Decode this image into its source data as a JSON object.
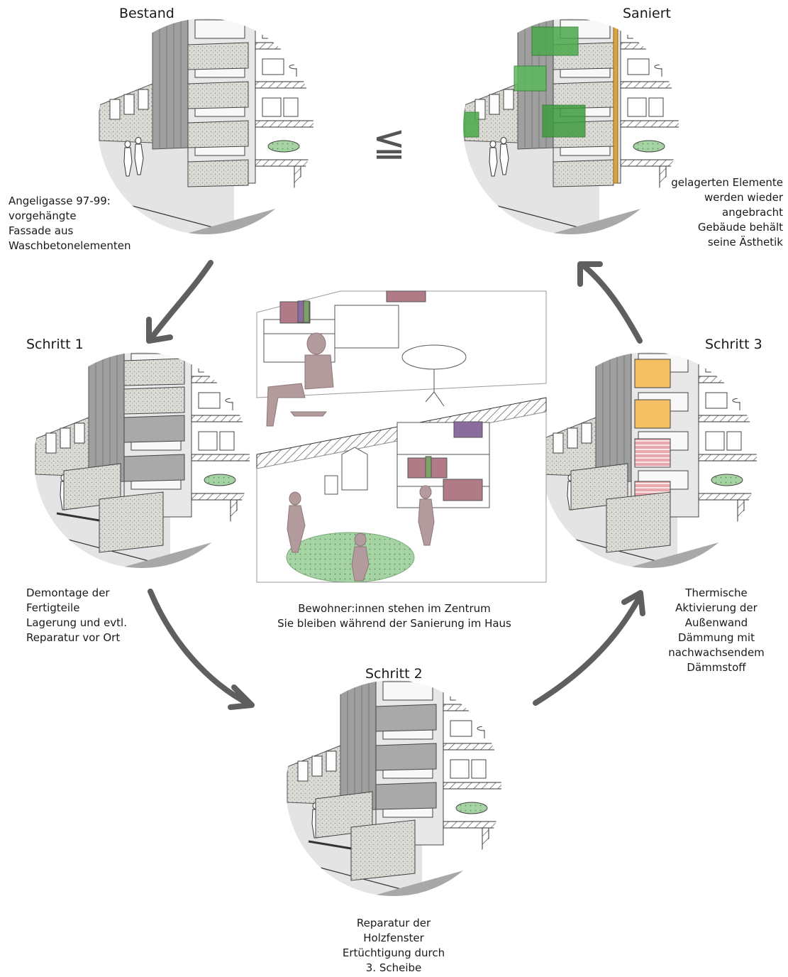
{
  "stages": {
    "bestand": {
      "title": "Bestand",
      "lines": [
        "Angeligasse 97-99:",
        "vorgehängte",
        "Fassade aus",
        "Waschbetonelementen"
      ]
    },
    "saniert": {
      "title": "Saniert",
      "lines": [
        "gelagerten Elemente",
        "werden wieder",
        "angebracht",
        "Gebäude behält",
        "seine Ästhetik"
      ]
    },
    "schritt1": {
      "title": "Schritt 1",
      "lines": [
        "Demontage der",
        "Fertigteile",
        "Lagerung und evtl.",
        "Reparatur vor Ort"
      ]
    },
    "schritt2": {
      "title": "Schritt 2",
      "lines": [
        "Reparatur der",
        "Holzfenster",
        "Ertüchtigung durch",
        "3. Scheibe"
      ]
    },
    "schritt3": {
      "title": "Schritt 3",
      "lines": [
        "Thermische",
        "Aktivierung der",
        "Außenwand",
        "Dämmung mit",
        "nachwachsendem",
        "Dämmstoff"
      ]
    }
  },
  "center": {
    "lines": [
      "Bewohner:innen stehen im Zentrum",
      "Sie bleiben während der Sanierung im Haus"
    ]
  },
  "comparison_symbol": "≦",
  "colors": {
    "arrow": "#5f5f5f",
    "concrete": "#d7d5d0",
    "wall_grey": "#a9a9a9",
    "greenery": "#49a94a",
    "insulation_yellow": "#f4c063",
    "insulation_pink": "#e8a8ae",
    "person": "#b39a9c",
    "rug": "#9fcf9d"
  }
}
